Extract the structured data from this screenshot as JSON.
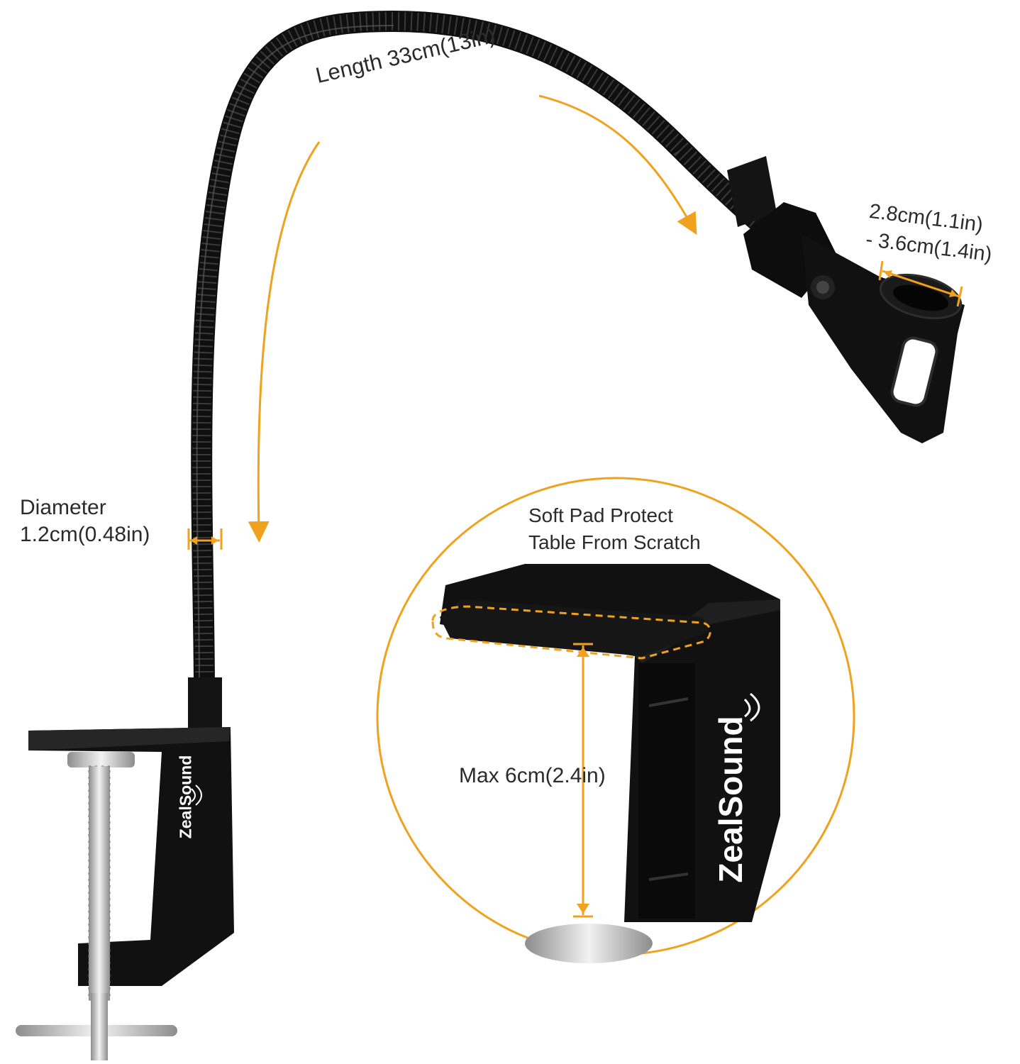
{
  "labels": {
    "length": "Length 33cm(13in)",
    "diameter_line1": "Diameter",
    "diameter_line2": "1.2cm(0.48in)",
    "clip_line1": "2.8cm(1.1in)",
    "clip_line2": "- 3.6cm(1.4in)",
    "pad_line1": "Soft Pad Protect",
    "pad_line2": "Table From Scratch",
    "max_opening": "Max 6cm(2.4in)"
  },
  "brand": {
    "name": "ZealSound"
  },
  "colors": {
    "accent": "#f0a21e",
    "product": "#111111",
    "text": "#2b2b2b",
    "metal": "#c9c9c9"
  },
  "icons": {
    "arrow": "arrow-icon",
    "sound_wave": "sound-wave-icon"
  }
}
